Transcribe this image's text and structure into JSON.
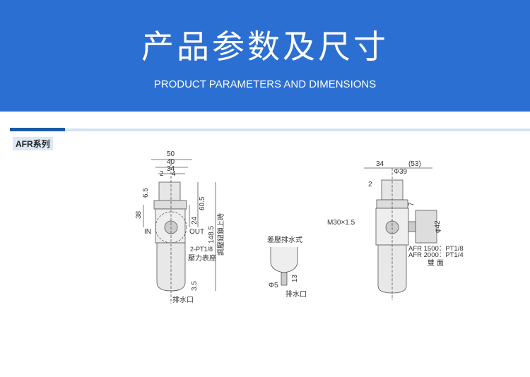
{
  "header": {
    "title": "产品参数及尺寸",
    "subtitle": "PRODUCT PARAMETERS AND DIMENSIONS"
  },
  "section": {
    "label": "AFR系列"
  },
  "front_view": {
    "dims": [
      "50",
      "40",
      "34",
      "2",
      "4",
      "6.5",
      "38",
      "60.5",
      "24",
      "148.5"
    ],
    "in": "IN",
    "out": "OUT",
    "port": "2-PT1/8",
    "gauge_seat": "壓力表座",
    "adjust": "調壓鈕鎖上時",
    "drain_dim": "3.5",
    "drain": "排水口"
  },
  "drain_detail": {
    "title": "差壓排水式",
    "dia": "Φ5",
    "len": "13",
    "drain": "排水口"
  },
  "side_view": {
    "dims": [
      "34",
      "(53)",
      "Φ39",
      "2",
      "7",
      "φ42"
    ],
    "thread": "M30×1.5",
    "port1": "AFR 1500：PT1/8",
    "port2": "AFR 2000：PT1/4",
    "both": "雙 面"
  }
}
